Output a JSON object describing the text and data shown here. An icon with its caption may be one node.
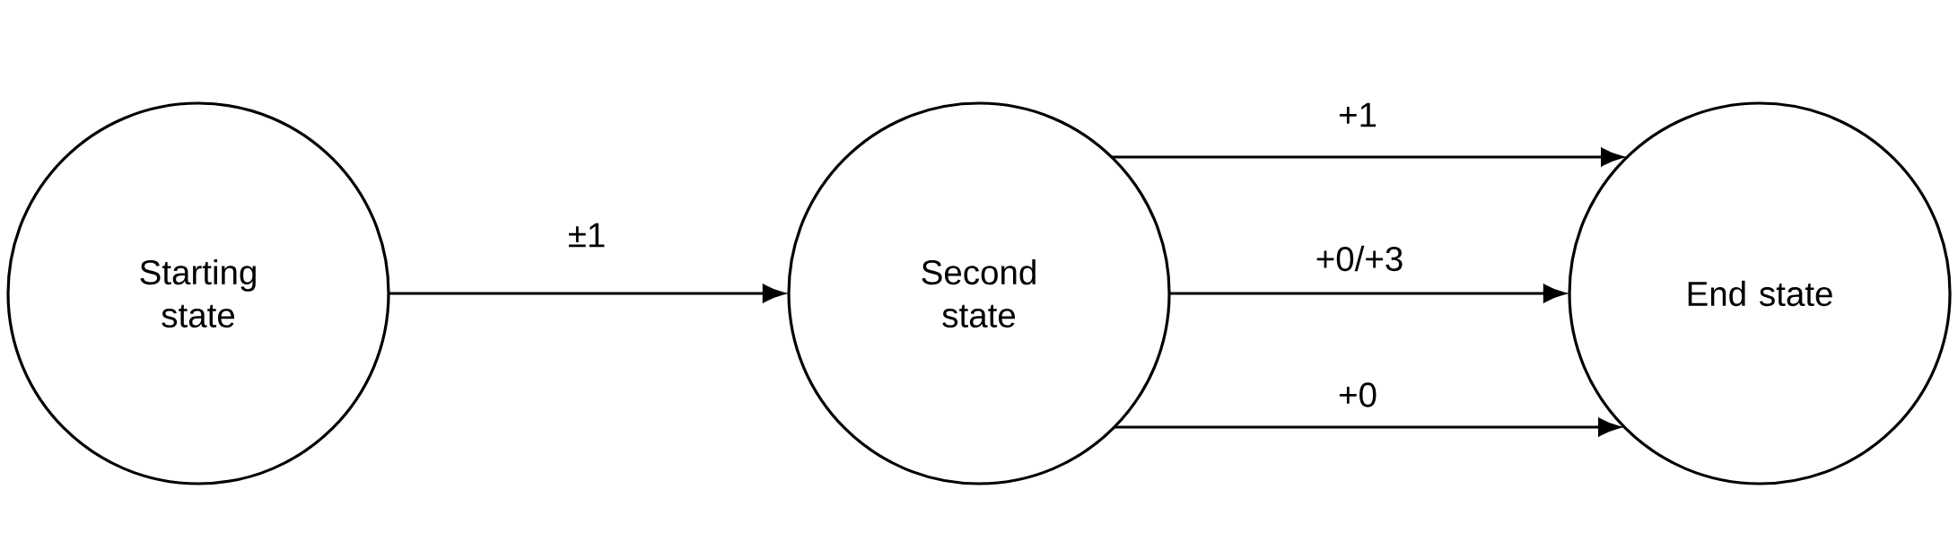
{
  "diagram": {
    "nodes": [
      {
        "text": [
          "Starting state"
        ]
      },
      {
        "text": [
          "Second state"
        ]
      },
      {
        "text": [
          "End state"
        ]
      }
    ],
    "edges": [
      {
        "from": 0,
        "to": 1,
        "arrow": "to",
        "label": "±1"
      },
      {
        "from": 1,
        "to": 2,
        "arrow": "to",
        "label": "+1"
      },
      {
        "from": 1,
        "to": 2,
        "arrow": "to",
        "label": "+0/+3"
      },
      {
        "from": 1,
        "to": 2,
        "arrow": "to",
        "label": "+0"
      }
    ]
  }
}
